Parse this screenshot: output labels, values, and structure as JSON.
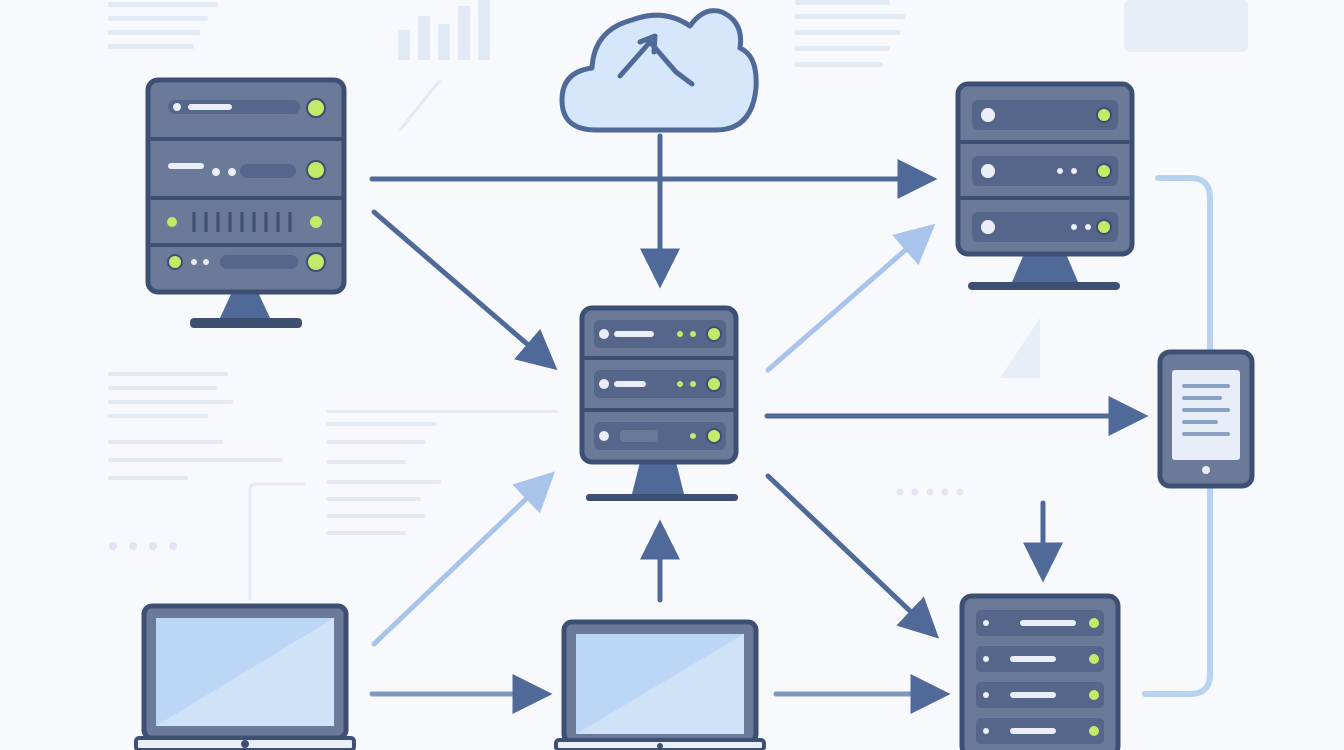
{
  "colors": {
    "background": "#f7f9fc",
    "server_body": "#6b7a99",
    "server_outline": "#3e4f74",
    "server_slot": "#56668a",
    "led_green": "#c5ea6a",
    "led_white": "#e9eef7",
    "arrow_dark": "#4f6a98",
    "arrow_light": "#a9c4ea",
    "screen_fill": "#bcd7f5",
    "cloud_fill": "#d6e7fb",
    "faint": "#dde5f0"
  },
  "nodes": [
    {
      "name": "server-top-left",
      "kind": "server-4u"
    },
    {
      "name": "cloud",
      "kind": "cloud"
    },
    {
      "name": "server-top-right",
      "kind": "server-3u"
    },
    {
      "name": "server-center",
      "kind": "server-3u"
    },
    {
      "name": "tablet",
      "kind": "tablet"
    },
    {
      "name": "laptop-bottom-left",
      "kind": "laptop"
    },
    {
      "name": "monitor-bottom-center",
      "kind": "monitor"
    },
    {
      "name": "server-bottom-right",
      "kind": "server-rack"
    }
  ],
  "edges": [
    {
      "from": "server-top-left",
      "to": "server-top-right"
    },
    {
      "from": "server-top-left",
      "to": "server-center"
    },
    {
      "from": "cloud",
      "to": "server-center"
    },
    {
      "from": "server-center",
      "to": "server-top-right"
    },
    {
      "from": "server-center",
      "to": "tablet"
    },
    {
      "from": "server-center",
      "to": "server-bottom-right"
    },
    {
      "from": "laptop-bottom-left",
      "to": "server-center"
    },
    {
      "from": "laptop-bottom-left",
      "to": "monitor-bottom-center"
    },
    {
      "from": "monitor-bottom-center",
      "to": "server-center"
    },
    {
      "from": "monitor-bottom-center",
      "to": "server-bottom-right"
    },
    {
      "from": "server-top-right",
      "to": "server-bottom-right"
    }
  ]
}
